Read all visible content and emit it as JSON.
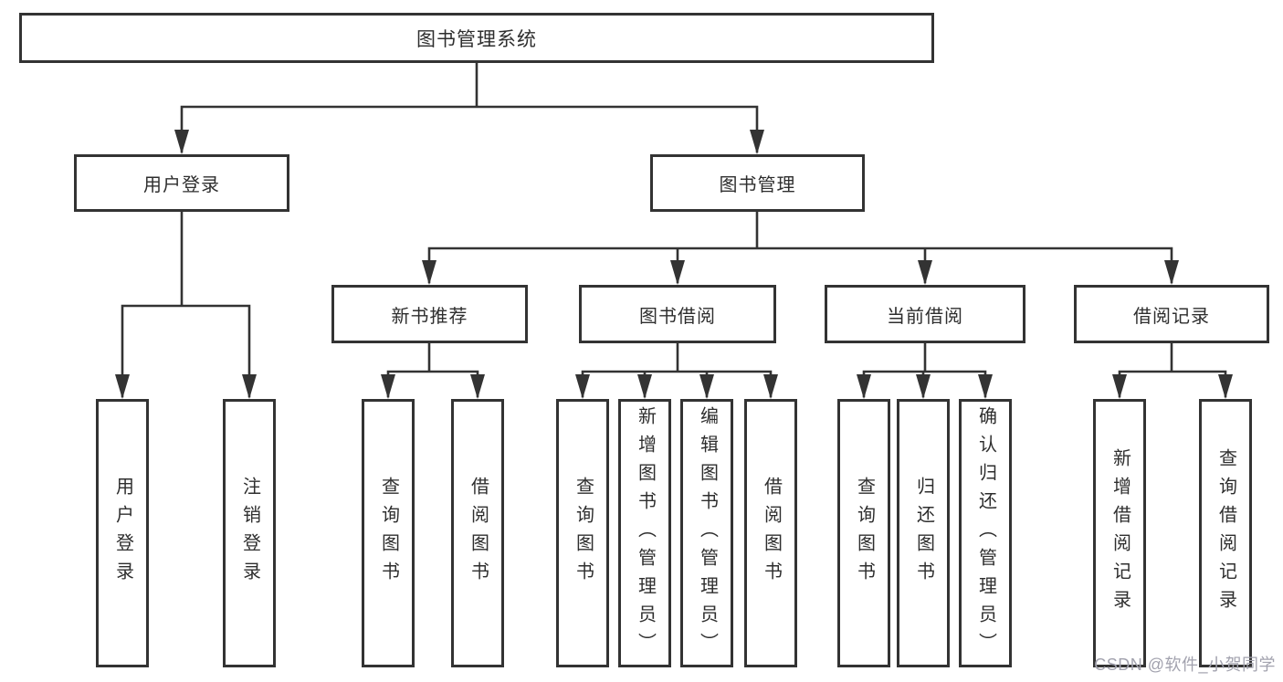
{
  "diagram": {
    "nodes": {
      "root": "图书管理系统",
      "user_login": "用户登录",
      "book_management": "图书管理",
      "new_book_recommend": "新书推荐",
      "book_borrowing": "图书借阅",
      "current_borrowing": "当前借阅",
      "borrowing_records": "借阅记录",
      "leaf_user_login": "用户登录",
      "leaf_logout": "注销登录",
      "leaf_query_books_rec": "查询图书",
      "leaf_borrow_books_rec": "借阅图书",
      "leaf_query_books_borrow": "查询图书",
      "leaf_add_books_admin": "新增图书（管理员）",
      "leaf_edit_books_admin": "编辑图书（管理员）",
      "leaf_borrow_books": "借阅图书",
      "leaf_query_books_current": "查询图书",
      "leaf_return_books": "归还图书",
      "leaf_confirm_return_admin": "确认归还（管理员）",
      "leaf_add_borrow_record": "新增借阅记录",
      "leaf_query_borrow_record": "查询借阅记录"
    },
    "colors": {
      "line": "#333333",
      "box_border": "#333333",
      "text": "#2e2e2e",
      "watermark": "#a2a2ae",
      "background": "#ffffff"
    }
  },
  "watermark": "CSDN @软件_小贺同学"
}
